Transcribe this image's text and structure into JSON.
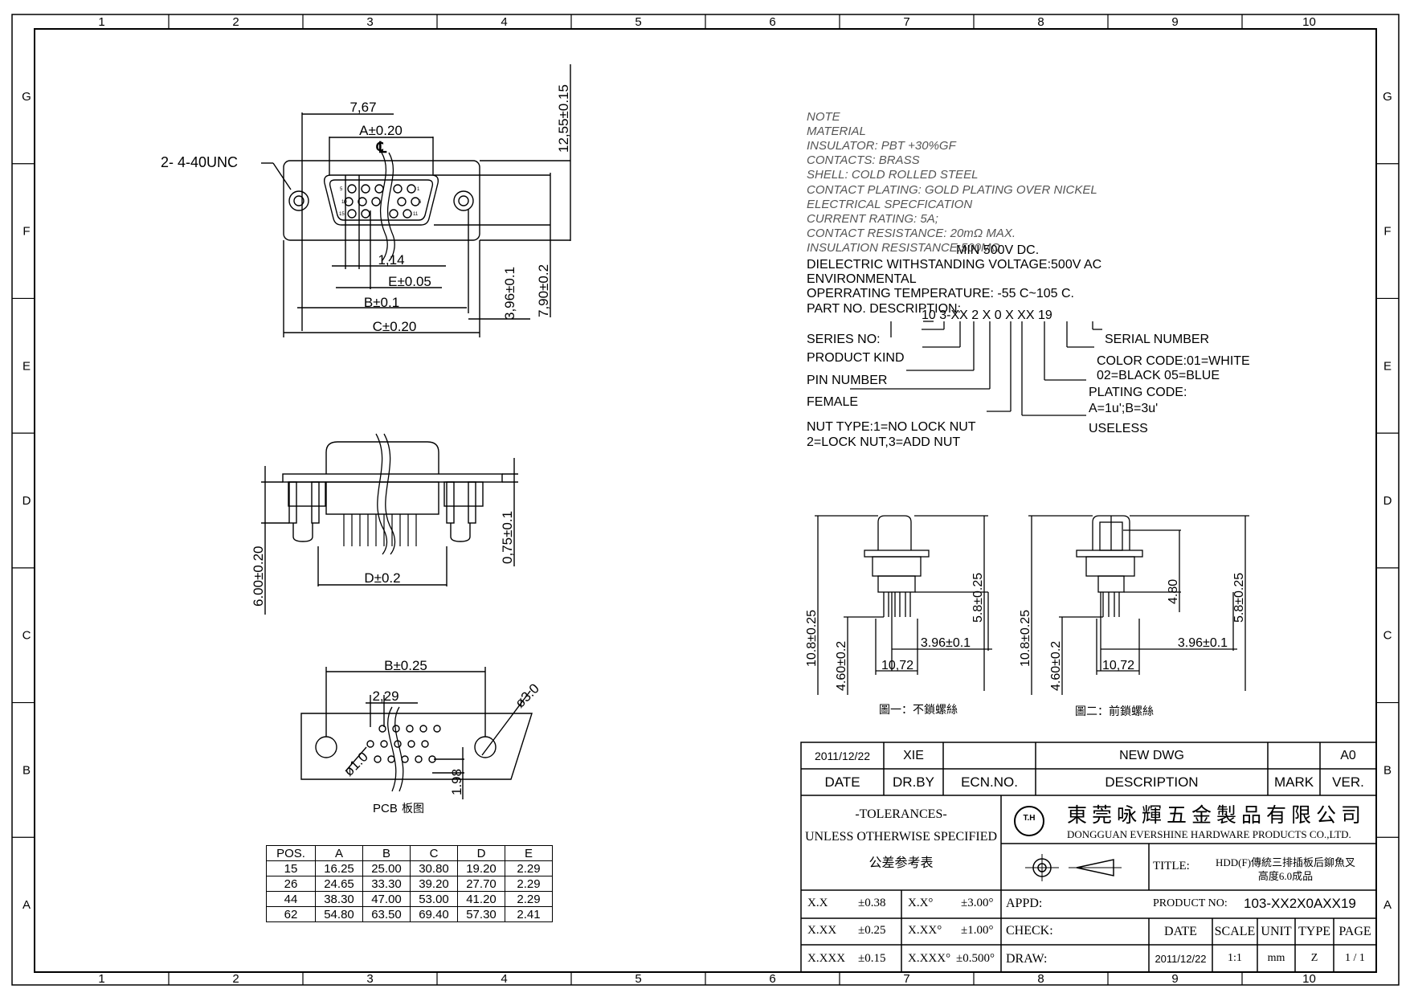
{
  "border": {
    "columns": [
      "1",
      "2",
      "3",
      "4",
      "5",
      "6",
      "7",
      "8",
      "9",
      "10"
    ],
    "rows": [
      "G",
      "F",
      "E",
      "D",
      "C",
      "B",
      "A"
    ]
  },
  "front_view": {
    "dim_767": "7,67",
    "dim_a": "A±0.20",
    "centerline": "℄",
    "thread": "2- 4-40UNC",
    "dim_1255": "12,55±0.15",
    "dim_114": "1,14",
    "dim_e": "E±0.05",
    "dim_b": "B±0.1",
    "dim_c": "C±0.20",
    "dim_396": "3,96±0.1",
    "dim_790": "7,90±0.2",
    "pin_labels": [
      "5",
      "1",
      "10",
      "6",
      "15",
      "11"
    ]
  },
  "side_view": {
    "dim_600": "6.00±0.20",
    "dim_075": "0,75±0.1",
    "dim_d": "D±0.2"
  },
  "pcb_view": {
    "dim_b": "B±0.25",
    "dim_229": "2,29",
    "dim_30": "ø3.0",
    "dim_10": "ø1.0",
    "dim_198": "1.98",
    "caption_a": "PCB",
    "caption_b": "板图"
  },
  "pos_table": {
    "headers": [
      "POS.",
      "A",
      "B",
      "C",
      "D",
      "E"
    ],
    "rows": [
      [
        "15",
        "16.25",
        "25.00",
        "30.80",
        "19.20",
        "2.29"
      ],
      [
        "26",
        "24.65",
        "33.30",
        "39.20",
        "27.70",
        "2.29"
      ],
      [
        "44",
        "38.30",
        "47.00",
        "53.00",
        "41.20",
        "2.29"
      ],
      [
        "62",
        "54.80",
        "63.50",
        "69.40",
        "57.30",
        "2.41"
      ]
    ]
  },
  "notes": {
    "italic_lines": [
      "NOTE",
      "MATERIAL",
      "INSULATOR: PBT +30%GF",
      "CONTACTS: BRASS",
      "SHELL: COLD ROLLED STEEL",
      "CONTACT PLATING: GOLD PLATING OVER NICKEL",
      "ELECTRICAL SPECFICATION",
      "CURRENT RATING: 5A;",
      "CONTACT RESISTANCE: 20mΩ  MAX.",
      "INSULATION RESISTANCE:500MΩ"
    ],
    "ins_tail": "MIN 500V DC.",
    "plain_lines": [
      "DIELECTRIC  WITHSTANDING  VOLTAGE:500V  AC",
      "ENVIRONMENTAL",
      "OPERRATING  TEMPERATURE:  -55  C~105  C.",
      "PART  NO.  DESCRIPTION:"
    ]
  },
  "part_no": {
    "code": "10  3-XX  2  X  0  X  XX  19",
    "left_labels": [
      "SERIES  NO:",
      "PRODUCT  KIND",
      "PIN  NUMBER",
      "FEMALE",
      "NUT TYPE:1=NO LOCK NUT",
      "2=LOCK  NUT,3=ADD  NUT"
    ],
    "right_labels": [
      "SERIAL  NUMBER",
      "COLOR  CODE:01=WHITE",
      "02=BLACK  05=BLUE",
      "PLATING  CODE:",
      "A=1u';B=3u'",
      "USELESS"
    ]
  },
  "variant_views": {
    "v1": {
      "h": "10.8±0.25",
      "p": "4.60±0.2",
      "w": "10,72",
      "s": "3.96±0.1",
      "t": "5.8±0.25",
      "caption": "圖一：不鎖螺絲"
    },
    "v2": {
      "h": "10.8±0.25",
      "p": "4.60±0.2",
      "w": "10,72",
      "s": "3.96±0.1",
      "t": "5.8±0.25",
      "i": "4.80",
      "caption": "圖二：前鎖螺絲"
    }
  },
  "title_block": {
    "date_val": "2011/12/22",
    "drby_val": "XIE",
    "desc_val": "NEW  DWG",
    "ver_val": "A0",
    "date_label": "DATE",
    "drby_label": "DR.BY",
    "ecn_label": "ECN.NO.",
    "desc_label": "DESCRIPTION",
    "mark_label": "MARK",
    "ver_label": "VER.",
    "tol_title": "-TOLERANCES-",
    "tol_sub": "UNLESS OTHERWISE SPECIFIED",
    "tol_cn": "公差参考表",
    "logo": "T.H",
    "company_cn": "東莞咏輝五金製品有限公司",
    "company_en": "DONGGUAN EVERSHINE HARDWARE PRODUCTS CO.,LTD.",
    "title_label": "TITLE:",
    "title_val1": "HDD(F)傳統三排插板后鉚魚叉",
    "title_val2": "高度6.0成品",
    "tol_rows": [
      [
        "X.X",
        "±0.38",
        "X.X°",
        "±3.00°"
      ],
      [
        "X.XX",
        "±0.25",
        "X.XX°",
        "±1.00°"
      ],
      [
        "X.XXX",
        "±0.15",
        "X.XXX°",
        "±0.500°"
      ]
    ],
    "appd_label": "APPD:",
    "check_label": "CHECK:",
    "draw_label": "DRAW:",
    "product_no_label": "PRODUCT NO:",
    "product_no_val": "103-XX2X0AXX19",
    "bottom_headers": [
      "DATE",
      "SCALE",
      "UNIT",
      "TYPE",
      "PAGE"
    ],
    "bottom_values": [
      "2011/12/22",
      "1:1",
      "mm",
      "Z",
      "1 / 1"
    ]
  }
}
